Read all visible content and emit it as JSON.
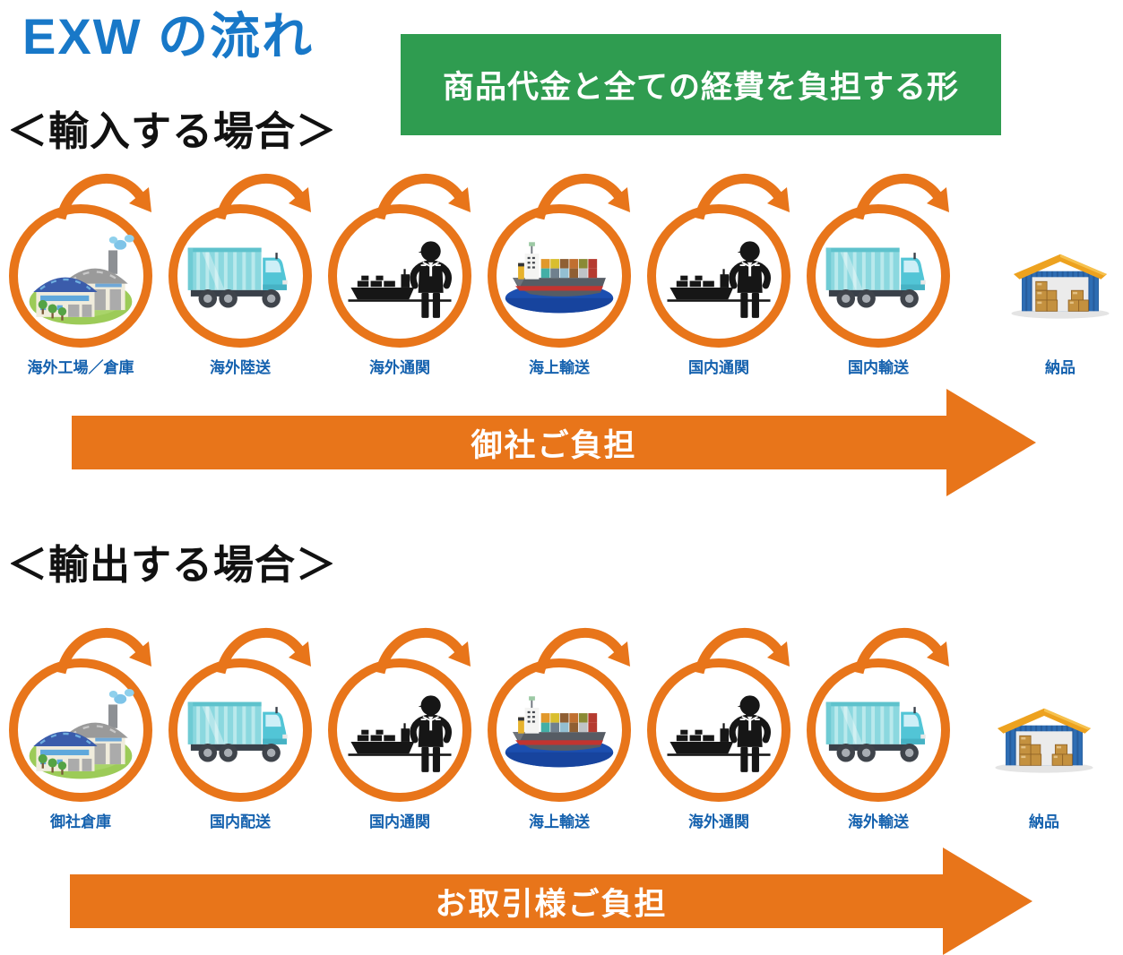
{
  "page": {
    "title": "EXW の流れ",
    "banner": "商品代金と全ての経費を負担する形"
  },
  "colors": {
    "accent_orange": "#E8751A",
    "title_blue": "#1878C8",
    "label_blue": "#1461AE",
    "banner_green": "#2F9C50"
  },
  "sections": [
    {
      "heading": "＜輸入する場合＞",
      "arrow_label": "御社ご負担",
      "stages": [
        {
          "label": "海外工場／倉庫",
          "icon": "factory"
        },
        {
          "label": "海外陸送",
          "icon": "truck"
        },
        {
          "label": "海外通関",
          "icon": "customs"
        },
        {
          "label": "海上輸送",
          "icon": "ship"
        },
        {
          "label": "国内通関",
          "icon": "customs"
        },
        {
          "label": "国内輸送",
          "icon": "truck"
        },
        {
          "label": "納品",
          "icon": "warehouse"
        }
      ]
    },
    {
      "heading": "＜輸出する場合＞",
      "arrow_label": "お取引様ご負担",
      "stages": [
        {
          "label": "御社倉庫",
          "icon": "factory"
        },
        {
          "label": "国内配送",
          "icon": "truck"
        },
        {
          "label": "国内通関",
          "icon": "customs"
        },
        {
          "label": "海上輸送",
          "icon": "ship"
        },
        {
          "label": "海外通関",
          "icon": "customs"
        },
        {
          "label": "海外輸送",
          "icon": "truck"
        },
        {
          "label": "納品",
          "icon": "warehouse"
        }
      ]
    }
  ]
}
